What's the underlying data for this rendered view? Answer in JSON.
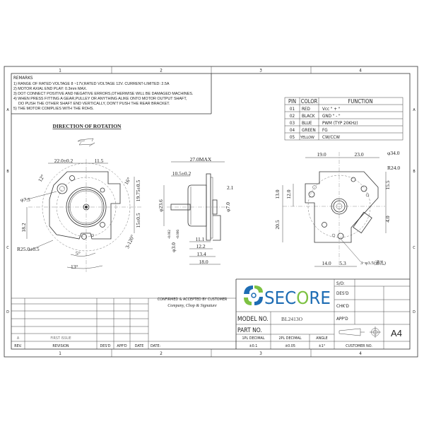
{
  "frame": {
    "zones_columns": [
      "1",
      "2",
      "3",
      "4"
    ],
    "zones_rows": [
      "A",
      "B",
      "C",
      "D"
    ]
  },
  "remarks": {
    "title": "REMARKS",
    "lines": [
      "1) RANGE OF RATED VOLTAGE 8 ~17V,RATED VOLTAGE 12V. CURRENT-LIMITED: 2.5A",
      "2) MOTOR AXIAL END PLAY: 0.3mm MAX.",
      "3) DOT CONNECT POSITIVE AND NEGATIVE ERRORS,OTHERWISE WILL BE DAMAGED MACHINES.",
      "4) WHEN PRESS FITTING A GEAR,PULLEY OR ANYTHING ALIKE ONTO MOTOR OUTPUT SHAFT,",
      "    DO PUSH THE OTHER SHAFT END VERTICALLY, DON'T PUSH THE REAR BRACKET.",
      "5) THE MOTOR COMPLIES WITH THE ROHS."
    ]
  },
  "pin_table": {
    "headers": [
      "PIN",
      "COLOR",
      "FUNCTION"
    ],
    "rows": [
      [
        "01",
        "RED",
        "Vcc \" + \""
      ],
      [
        "02",
        "BLACK",
        "GND \" - \""
      ],
      [
        "03",
        "BLUE",
        "PWM (TYP 20KHz)"
      ],
      [
        "04",
        "GREEN",
        "FG"
      ],
      [
        "05",
        "YELLOW",
        "CW/CCW"
      ]
    ]
  },
  "rotation": {
    "title": "DIRECTION OF ROTATION"
  },
  "front_view": {
    "dims": [
      "22.0±0.2",
      "11.5",
      "12°",
      "φ7.5",
      "18.2",
      "R25.0±0.5",
      "19.75±0.5",
      "15±0.5",
      "3-120°",
      "16°",
      "5°",
      "13°"
    ]
  },
  "side_view": {
    "dims": [
      "27.0MAX",
      "10.5±0.2",
      "φ23.6",
      "2.1",
      "φ7.0",
      "φ3.0",
      "-0.002",
      "-0.006",
      "11.1",
      "12.2",
      "13.4",
      "18.0"
    ]
  },
  "rear_view": {
    "dims": [
      "19.0",
      "23.0",
      "φ34.0",
      "R24.0",
      "15.5",
      "4.0",
      "13.0",
      "12.0",
      "20.5",
      "14.0",
      "5.3",
      "3~φ3.5(通孔)"
    ]
  },
  "revision_table": {
    "headers": [
      "REV.",
      "REVISION",
      "DES'D",
      "APP'D",
      "DATE"
    ],
    "rows": [
      [
        "A",
        "FIRST ISSUE",
        "",
        "",
        ""
      ]
    ],
    "date_label": "DATE:"
  },
  "customer": {
    "confirm": "CONFIRMED & ACCEPTED BY CUSTOMER",
    "signature": "Company, Chop & Signature"
  },
  "title_block": {
    "logo": {
      "text_a": "SEC",
      "text_b": "O",
      "text_c": "RE",
      "blue": "#1e6db4",
      "green": "#7dc142"
    },
    "model_label": "MODEL NO.",
    "model_value": "BL2413O",
    "part_label": "PART NO.",
    "tolerances": {
      "headers": [
        "1PL DECIMAL",
        "2PL DECIMAL",
        "ANGLE"
      ],
      "values": [
        "±0.1",
        "±0.05",
        "±1°"
      ]
    },
    "so_label": "S/O:",
    "desd_label": "DES'D",
    "chkd_label": "CHK'D",
    "appd_label": "APP'D",
    "sheet_size": "A4",
    "customer_no_label": "CUSTOMER NO.",
    "projection_icon": "first-angle-projection-icon"
  }
}
